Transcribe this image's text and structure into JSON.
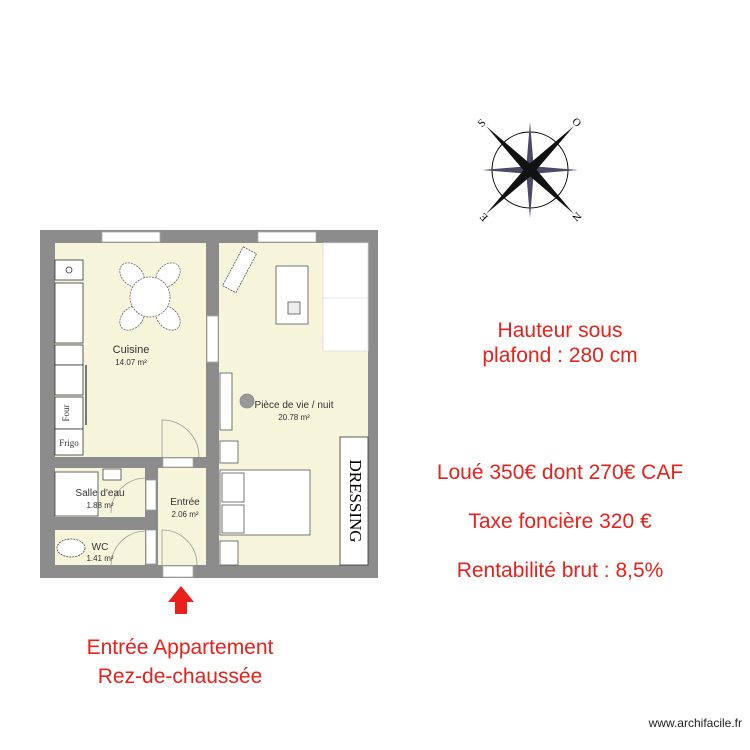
{
  "compass": {
    "labels": [
      "S",
      "O",
      "E",
      "N"
    ]
  },
  "rooms": [
    {
      "name": "Cuisine",
      "area": "14.07 m²"
    },
    {
      "name": "Pièce de vie / nuit",
      "area": "20.78 m²"
    },
    {
      "name": "Salle d'eau",
      "area": "1.88 m²"
    },
    {
      "name": "Entrée",
      "area": "2.06 m²"
    },
    {
      "name": "WC",
      "area": "1.41 m²"
    }
  ],
  "fixtures": {
    "oven": "Four",
    "fridge": "Frigo",
    "dressing": "DRESSING"
  },
  "notes": {
    "ceiling_line1": "Hauteur sous",
    "ceiling_line2": "plafond : 280 cm",
    "rent": "Loué 350€ dont 270€ CAF",
    "tax": "Taxe foncière 320 €",
    "yield": "Rentabilité brut : 8,5%",
    "entrance_line1": "Entrée Appartement",
    "entrance_line2": "Rez-de-chaussée"
  },
  "credit": "www.archifacile.fr",
  "colors": {
    "wall": "#8c8c8c",
    "floor": "#f7f4dc",
    "accent": "#e8211c"
  }
}
